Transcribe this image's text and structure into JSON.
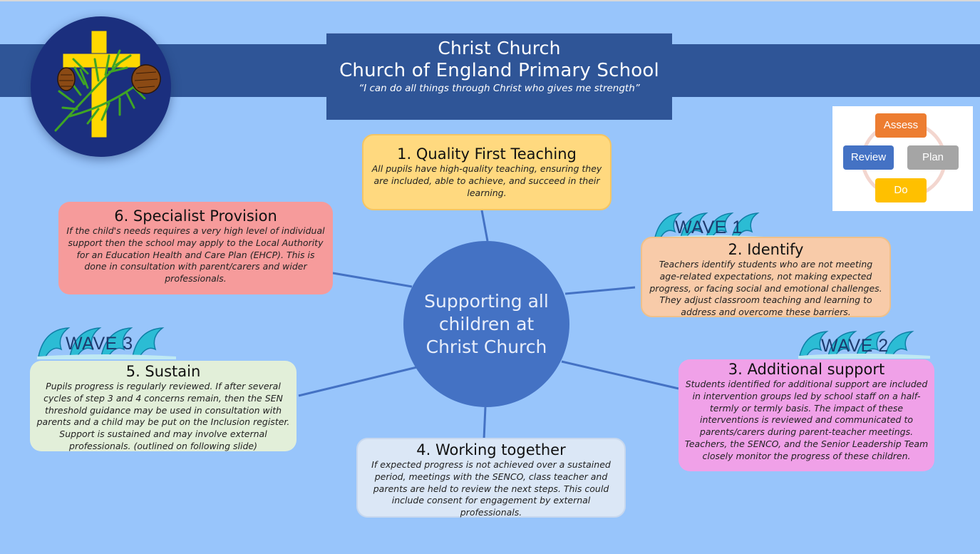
{
  "header": {
    "line1": "Christ Church",
    "line2": "Church of England Primary School",
    "motto": "“I can do all things through Christ who gives me strength”"
  },
  "logo": {
    "icon": "cross-pinecone-crest-icon"
  },
  "cycle": {
    "steps": [
      {
        "label": "Assess",
        "color": "#ed7d31"
      },
      {
        "label": "Plan",
        "color": "#a5a5a5"
      },
      {
        "label": "Do",
        "color": "#ffc000"
      },
      {
        "label": "Review",
        "color": "#4472c4"
      }
    ]
  },
  "center": {
    "label": "Supporting all children at Christ Church",
    "color": "#4472c4"
  },
  "waves": {
    "wave1": "WAVE 1",
    "wave2": "WAVE 2",
    "wave3": "WAVE 3"
  },
  "steps": [
    {
      "title": "1. Quality First Teaching",
      "body": "All pupils have high-quality teaching, ensuring they are included, able to achieve, and succeed in their learning.",
      "color": "#ffd97f"
    },
    {
      "title": "2. Identify",
      "body": "Teachers identify students who are not meeting age-related expectations, not making expected progress, or facing social and emotional challenges. They adjust classroom teaching and learning to address and overcome these barriers.",
      "color": "#f8cba9"
    },
    {
      "title": "3. Additional support",
      "body": "Students identified for additional support are included in intervention groups led by school staff on a half-termly or termly basis. The impact of these interventions is reviewed and communicated to parents/carers during parent-teacher meetings. Teachers, the SENCO, and the Senior Leadership Team closely monitor the progress of these children.",
      "color": "#f0a1e8"
    },
    {
      "title": "4. Working together",
      "body": "If expected progress is not achieved over a sustained period, meetings with the SENCO, class teacher and parents are held to review the next steps. This could include consent for engagement by external professionals.",
      "color": "#dbe7f6"
    },
    {
      "title": "5. Sustain",
      "body": "Pupils progress is regularly reviewed. If after several cycles of step 3 and 4 concerns remain, then the SEN threshold guidance may be used in consultation with parents and a child may be put on the Inclusion register. Support is sustained and may involve external professionals.  (outlined on following slide)",
      "color": "#e2efd9"
    },
    {
      "title": "6. Specialist Provision",
      "body": "If the child's needs requires a very high level of individual support then the school may apply to the Local Authority for an Education Health and Care Plan (EHCP). This is done in consultation with parent/carers and wider professionals.",
      "color": "#f69b9b"
    }
  ],
  "theme": {
    "background": "#98c5fb",
    "band": "#2f5597",
    "connector": "#4472c4"
  }
}
